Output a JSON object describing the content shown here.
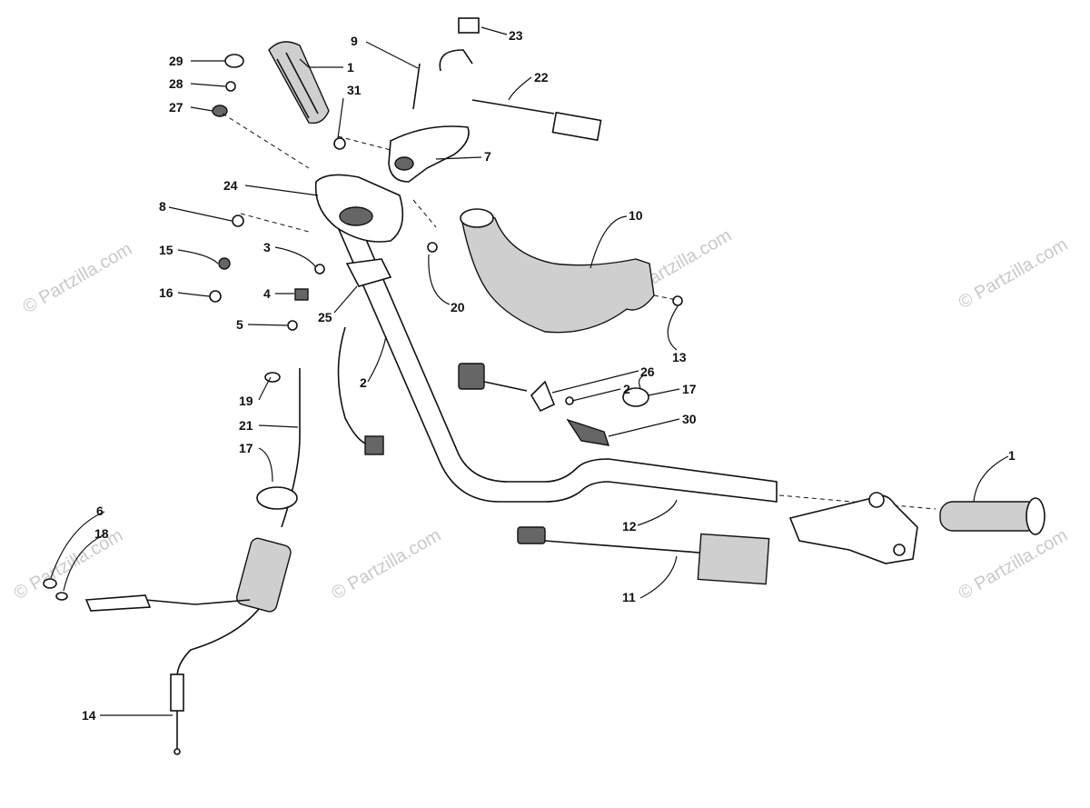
{
  "watermark": "© Partzilla.com",
  "callouts": [
    {
      "id": "c29",
      "label": "29"
    },
    {
      "id": "c28",
      "label": "28"
    },
    {
      "id": "c27",
      "label": "27"
    },
    {
      "id": "c1a",
      "label": "1"
    },
    {
      "id": "c31",
      "label": "31"
    },
    {
      "id": "c9",
      "label": "9"
    },
    {
      "id": "c23",
      "label": "23"
    },
    {
      "id": "c22",
      "label": "22"
    },
    {
      "id": "c7",
      "label": "7"
    },
    {
      "id": "c24",
      "label": "24"
    },
    {
      "id": "c8",
      "label": "8"
    },
    {
      "id": "c15",
      "label": "15"
    },
    {
      "id": "c16",
      "label": "16"
    },
    {
      "id": "c3",
      "label": "3"
    },
    {
      "id": "c4",
      "label": "4"
    },
    {
      "id": "c5",
      "label": "5"
    },
    {
      "id": "c25",
      "label": "25"
    },
    {
      "id": "c20",
      "label": "20"
    },
    {
      "id": "c10",
      "label": "10"
    },
    {
      "id": "c13",
      "label": "13"
    },
    {
      "id": "c2a",
      "label": "2"
    },
    {
      "id": "c26",
      "label": "26"
    },
    {
      "id": "c2b",
      "label": "2"
    },
    {
      "id": "c17a",
      "label": "17"
    },
    {
      "id": "c30",
      "label": "30"
    },
    {
      "id": "c19",
      "label": "19"
    },
    {
      "id": "c21",
      "label": "21"
    },
    {
      "id": "c17b",
      "label": "17"
    },
    {
      "id": "c1b",
      "label": "1"
    },
    {
      "id": "c12",
      "label": "12"
    },
    {
      "id": "c6",
      "label": "6"
    },
    {
      "id": "c18",
      "label": "18"
    },
    {
      "id": "c11",
      "label": "11"
    },
    {
      "id": "c14",
      "label": "14"
    }
  ]
}
